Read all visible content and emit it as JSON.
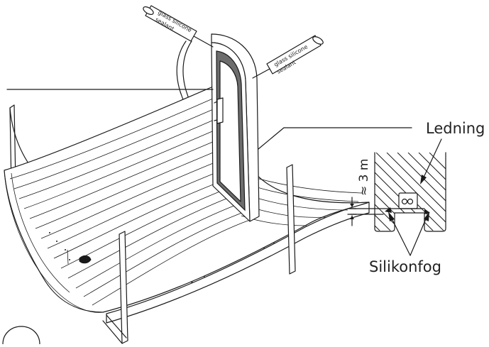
{
  "labels": {
    "sealant_left": [
      "glass silicone",
      "sealant"
    ],
    "sealant_right": [
      "glass silicone",
      "sealant"
    ],
    "ledning": "Ledning",
    "silikonfog": "Silikonfog",
    "gap": "≈ 3 m"
  },
  "colors": {
    "line": "#1a1a1a",
    "glass": "#6d6d6d",
    "background": "#ffffff"
  }
}
